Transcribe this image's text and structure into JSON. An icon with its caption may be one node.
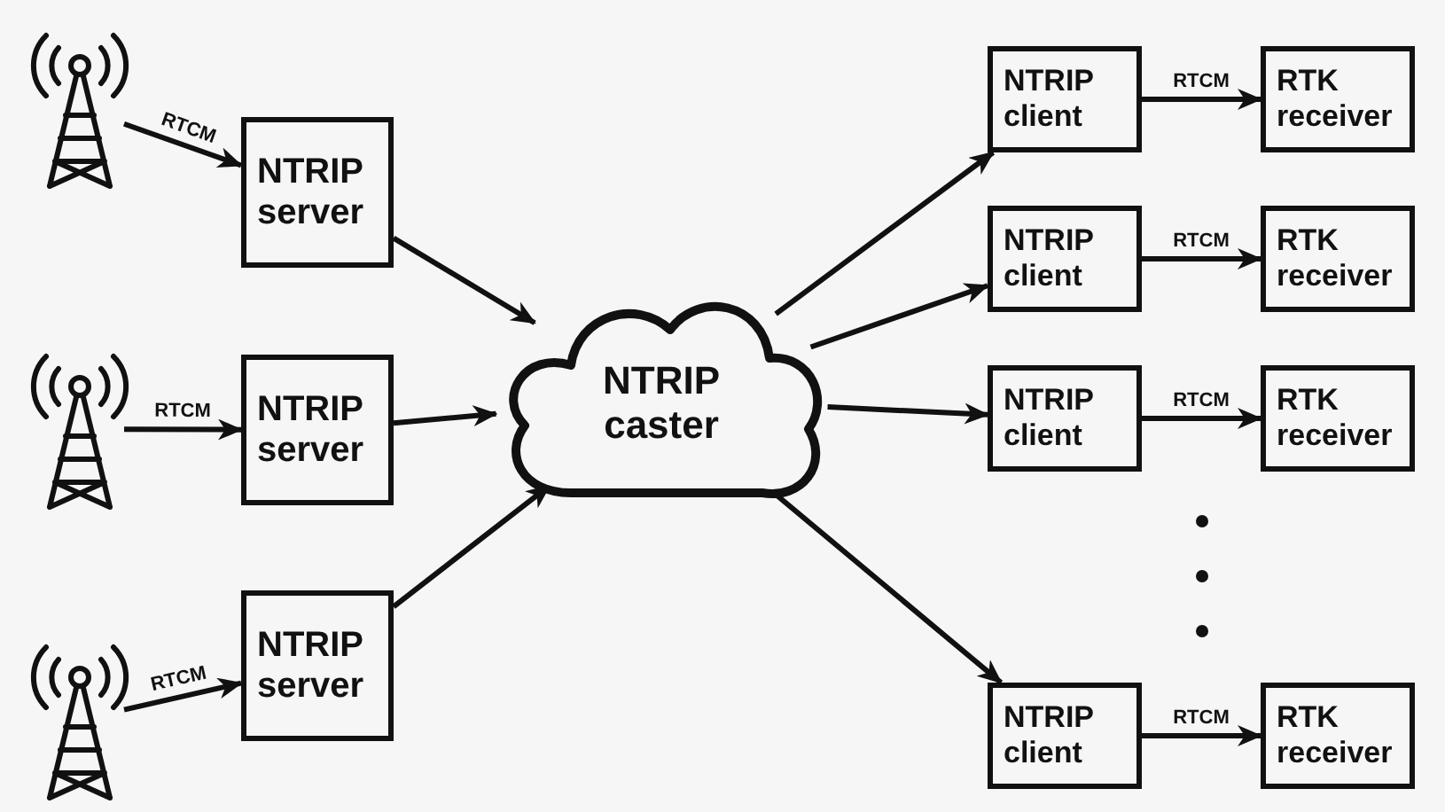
{
  "diagram": {
    "nodes": [
      {
        "text": [],
        "shape": "picture"
      },
      {
        "text": [],
        "shape": "picture"
      },
      {
        "text": [],
        "shape": "picture"
      },
      {
        "text": [
          "NTRIP server"
        ]
      },
      {
        "text": [
          "NTRIP server"
        ]
      },
      {
        "text": [
          "NTRIP server"
        ]
      },
      {
        "text": [
          "NTRIP caster"
        ]
      },
      {
        "text": [
          "NTRIP client"
        ]
      },
      {
        "text": [
          "NTRIP client"
        ]
      },
      {
        "text": [
          "NTRIP client"
        ]
      },
      {
        "text": [
          "NTRIP client"
        ]
      },
      {
        "text": [
          "RTK receiver"
        ]
      },
      {
        "text": [
          "RTK receiver"
        ]
      },
      {
        "text": [
          "RTK receiver"
        ]
      },
      {
        "text": [
          "RTK receiver"
        ]
      }
    ],
    "edges": [
      {
        "from": 0,
        "to": 3,
        "arrow": "to",
        "label": "RTCM"
      },
      {
        "from": 1,
        "to": 4,
        "arrow": "to",
        "label": "RTCM"
      },
      {
        "from": 2,
        "to": 5,
        "arrow": "to",
        "label": "RTCM"
      },
      {
        "from": 3,
        "to": 6,
        "arrow": "to"
      },
      {
        "from": 4,
        "to": 6,
        "arrow": "to"
      },
      {
        "from": 5,
        "to": 6,
        "arrow": "to"
      },
      {
        "from": 6,
        "to": 7,
        "arrow": "to"
      },
      {
        "from": 6,
        "to": 8,
        "arrow": "to"
      },
      {
        "from": 6,
        "to": 9,
        "arrow": "to"
      },
      {
        "from": 6,
        "to": 10,
        "arrow": "to"
      },
      {
        "from": 7,
        "to": 11,
        "arrow": "to",
        "label": "RTCM"
      },
      {
        "from": 8,
        "to": 12,
        "arrow": "to",
        "label": "RTCM"
      },
      {
        "from": 9,
        "to": 13,
        "arrow": "to",
        "label": "RTCM"
      },
      {
        "from": 10,
        "to": 14,
        "arrow": "to",
        "label": "RTCM"
      }
    ]
  }
}
